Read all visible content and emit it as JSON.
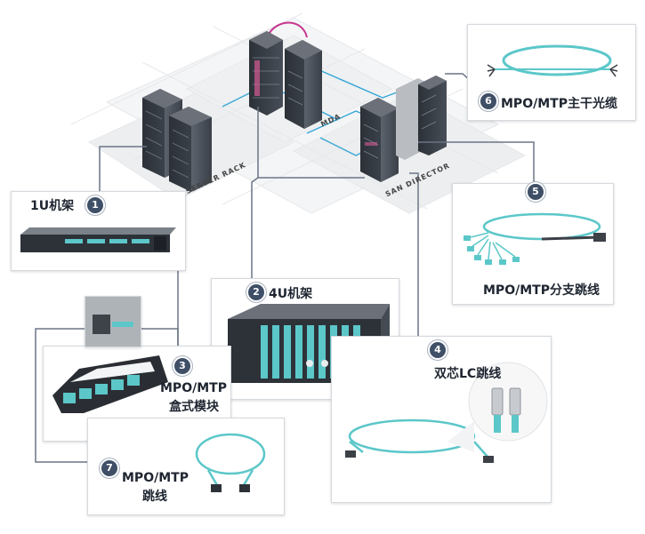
{
  "zones": {
    "mda": "MDA",
    "server_rack": "SERVER RACK",
    "san_director": "SAN DIRECTOR"
  },
  "components": [
    {
      "num": "1",
      "label": "1U机架"
    },
    {
      "num": "2",
      "label": "4U机架"
    },
    {
      "num": "3",
      "label_line1": "MPO/MTP",
      "label_line2": "盒式模块"
    },
    {
      "num": "4",
      "label": "双芯LC跳线"
    },
    {
      "num": "5",
      "label": "MPO/MTP分支跳线"
    },
    {
      "num": "6",
      "label": "MPO/MTP主干光缆"
    },
    {
      "num": "7",
      "label_line1": "MPO/MTP",
      "label_line2": "跳线"
    }
  ],
  "colors": {
    "connector_line": "#6b7585",
    "fiber_aqua": "#5cc7c9",
    "badge": "#3f4f67",
    "magenta_link": "#c7358f",
    "blue_link": "#35a6d8"
  }
}
